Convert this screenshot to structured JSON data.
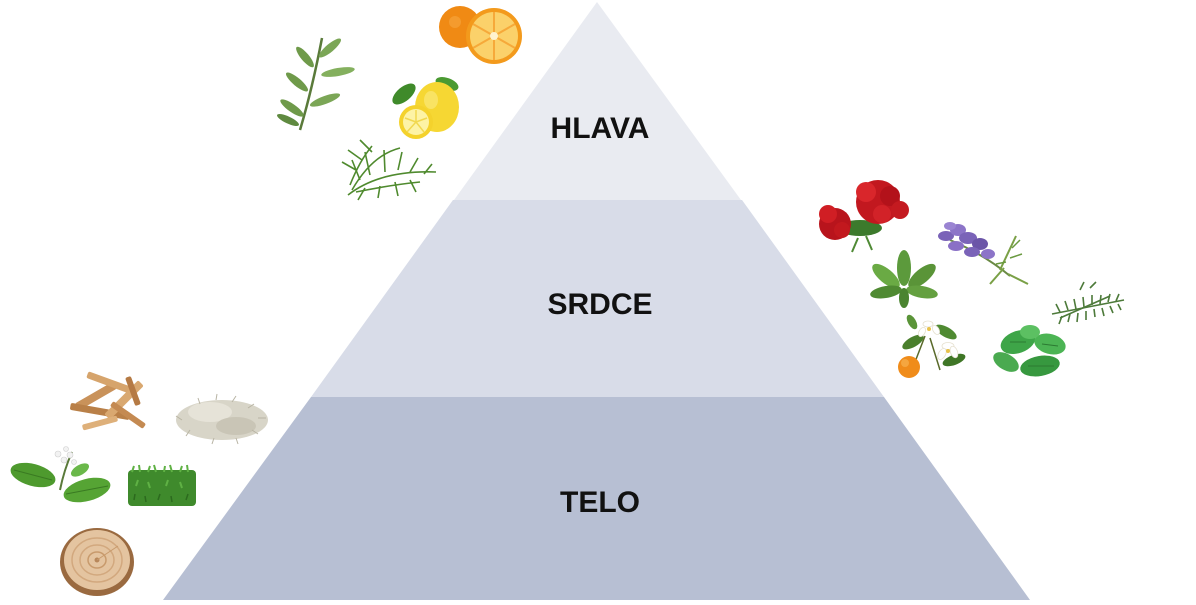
{
  "pyramid": {
    "levels": [
      {
        "label": "HLAVA",
        "color": "#e9ebf1"
      },
      {
        "label": "SRDCE",
        "color": "#d8dce8"
      },
      {
        "label": "TELO",
        "color": "#b7bfd3"
      }
    ],
    "label_color": "#111111"
  },
  "ingredients": {
    "top_notes": [
      "eucalyptus-branch-icon",
      "orange-icon",
      "lemon-icon",
      "dill-icon"
    ],
    "heart_notes": [
      "geranium-icon",
      "lavender-icon",
      "sage-leaves-icon",
      "rosemary-icon",
      "orange-blossom-icon",
      "mint-icon"
    ],
    "base_notes": [
      "sandalwood-chips-icon",
      "oakmoss-icon",
      "patchouli-icon",
      "vetiver-grass-icon",
      "cedar-wood-slice-icon"
    ]
  }
}
